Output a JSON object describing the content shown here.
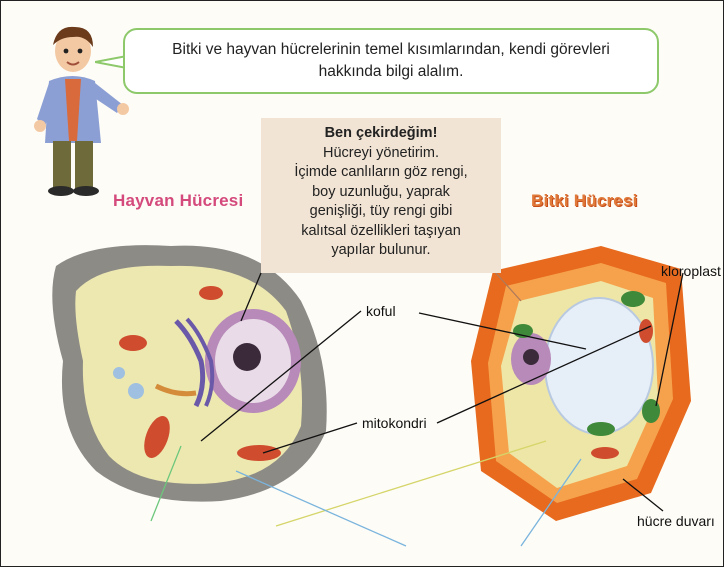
{
  "intro": {
    "line1": "Bitki ve hayvan hücrelerinin temel kısımlarından, kendi görevleri",
    "line2": "hakkında bilgi alalım."
  },
  "nucleus_info": {
    "title": "Ben çekirdeğim!",
    "lines": [
      "Hücreyi yönetirim.",
      "İçimde canlıların göz rengi,",
      "boy uzunluğu, yaprak",
      "genişliği, tüy rengi gibi",
      "kalıtsal özellikleri taşıyan",
      "yapılar bulunur."
    ]
  },
  "headings": {
    "animal": "Hayvan Hücresi",
    "plant": "Bitki Hücresi"
  },
  "labels": {
    "vacuole": "koful",
    "mitochondria": "mitokondri",
    "chloroplast": "kloroplast",
    "cell_wall": "hücre duvarı"
  },
  "colors": {
    "speech_border": "#8dc96a",
    "animal_heading": "#d44a7c",
    "plant_heading": "#e07a3a",
    "info_box": "#f2e4d4"
  }
}
